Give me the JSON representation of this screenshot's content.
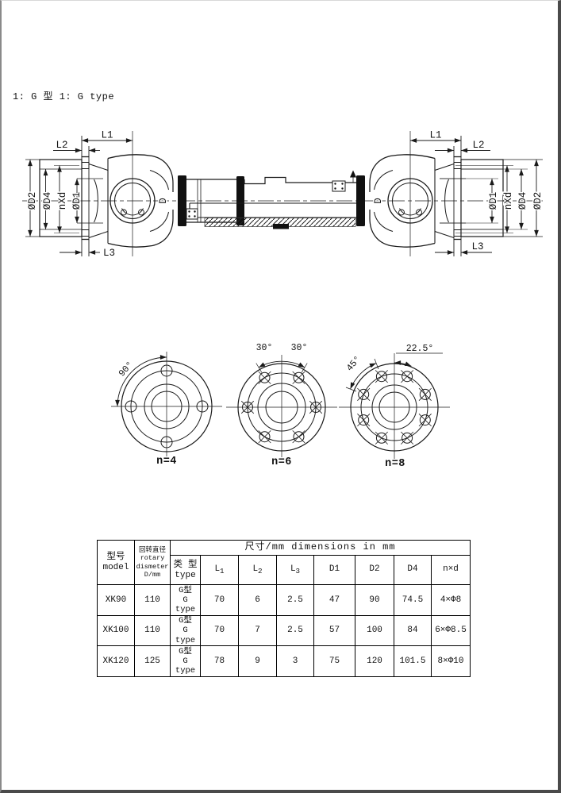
{
  "page": {
    "title": "1: G 型 1: G type"
  },
  "drawing": {
    "labels": {
      "l1": "L1",
      "l2": "L2",
      "l3": "L3",
      "d": "D",
      "phi_d1": "ØD1",
      "phi_d2": "ØD2",
      "phi_d4": "ØD4",
      "nxd": "nXd"
    },
    "views": [
      {
        "caption": "n=4",
        "angle1": "90°"
      },
      {
        "caption": "n=6",
        "angle1": "30°",
        "angle2": "30°"
      },
      {
        "caption": "n=8",
        "angle1": "45°",
        "angle2": "22.5°"
      }
    ]
  },
  "table": {
    "model_zh": "型号",
    "model_en": "model",
    "rotary_zh": "回转直径",
    "rotary_en1": "rotary",
    "rotary_en2": "dismeter",
    "rotary_en3": "D/mm",
    "dims_header": "尺寸/mm  dimensions in mm",
    "type_zh": "类 型",
    "type_en": "type",
    "dim_cols": [
      {
        "m": "L",
        "s": "1"
      },
      {
        "m": "L",
        "s": "2"
      },
      {
        "m": "L",
        "s": "3"
      },
      {
        "m": "D1",
        "s": ""
      },
      {
        "m": "D2",
        "s": ""
      },
      {
        "m": "D4",
        "s": ""
      },
      {
        "m": "n×d",
        "s": ""
      }
    ],
    "rows": [
      {
        "model": "XK90",
        "rotary": "110",
        "type_zh": "G型",
        "type_en": "G type",
        "l1": "70",
        "l2": "6",
        "l3": "2.5",
        "d1": "47",
        "d2": "90",
        "d4": "74.5",
        "nxd": "4×Φ8"
      },
      {
        "model": "XK100",
        "rotary": "110",
        "type_zh": "G型",
        "type_en": "G type",
        "l1": "70",
        "l2": "7",
        "l3": "2.5",
        "d1": "57",
        "d2": "100",
        "d4": "84",
        "nxd": "6×Φ8.5"
      },
      {
        "model": "XK120",
        "rotary": "125",
        "type_zh": "G型",
        "type_en": "G type",
        "l1": "78",
        "l2": "9",
        "l3": "3",
        "d1": "75",
        "d2": "120",
        "d4": "101.5",
        "nxd": "8×Φ10"
      }
    ]
  }
}
